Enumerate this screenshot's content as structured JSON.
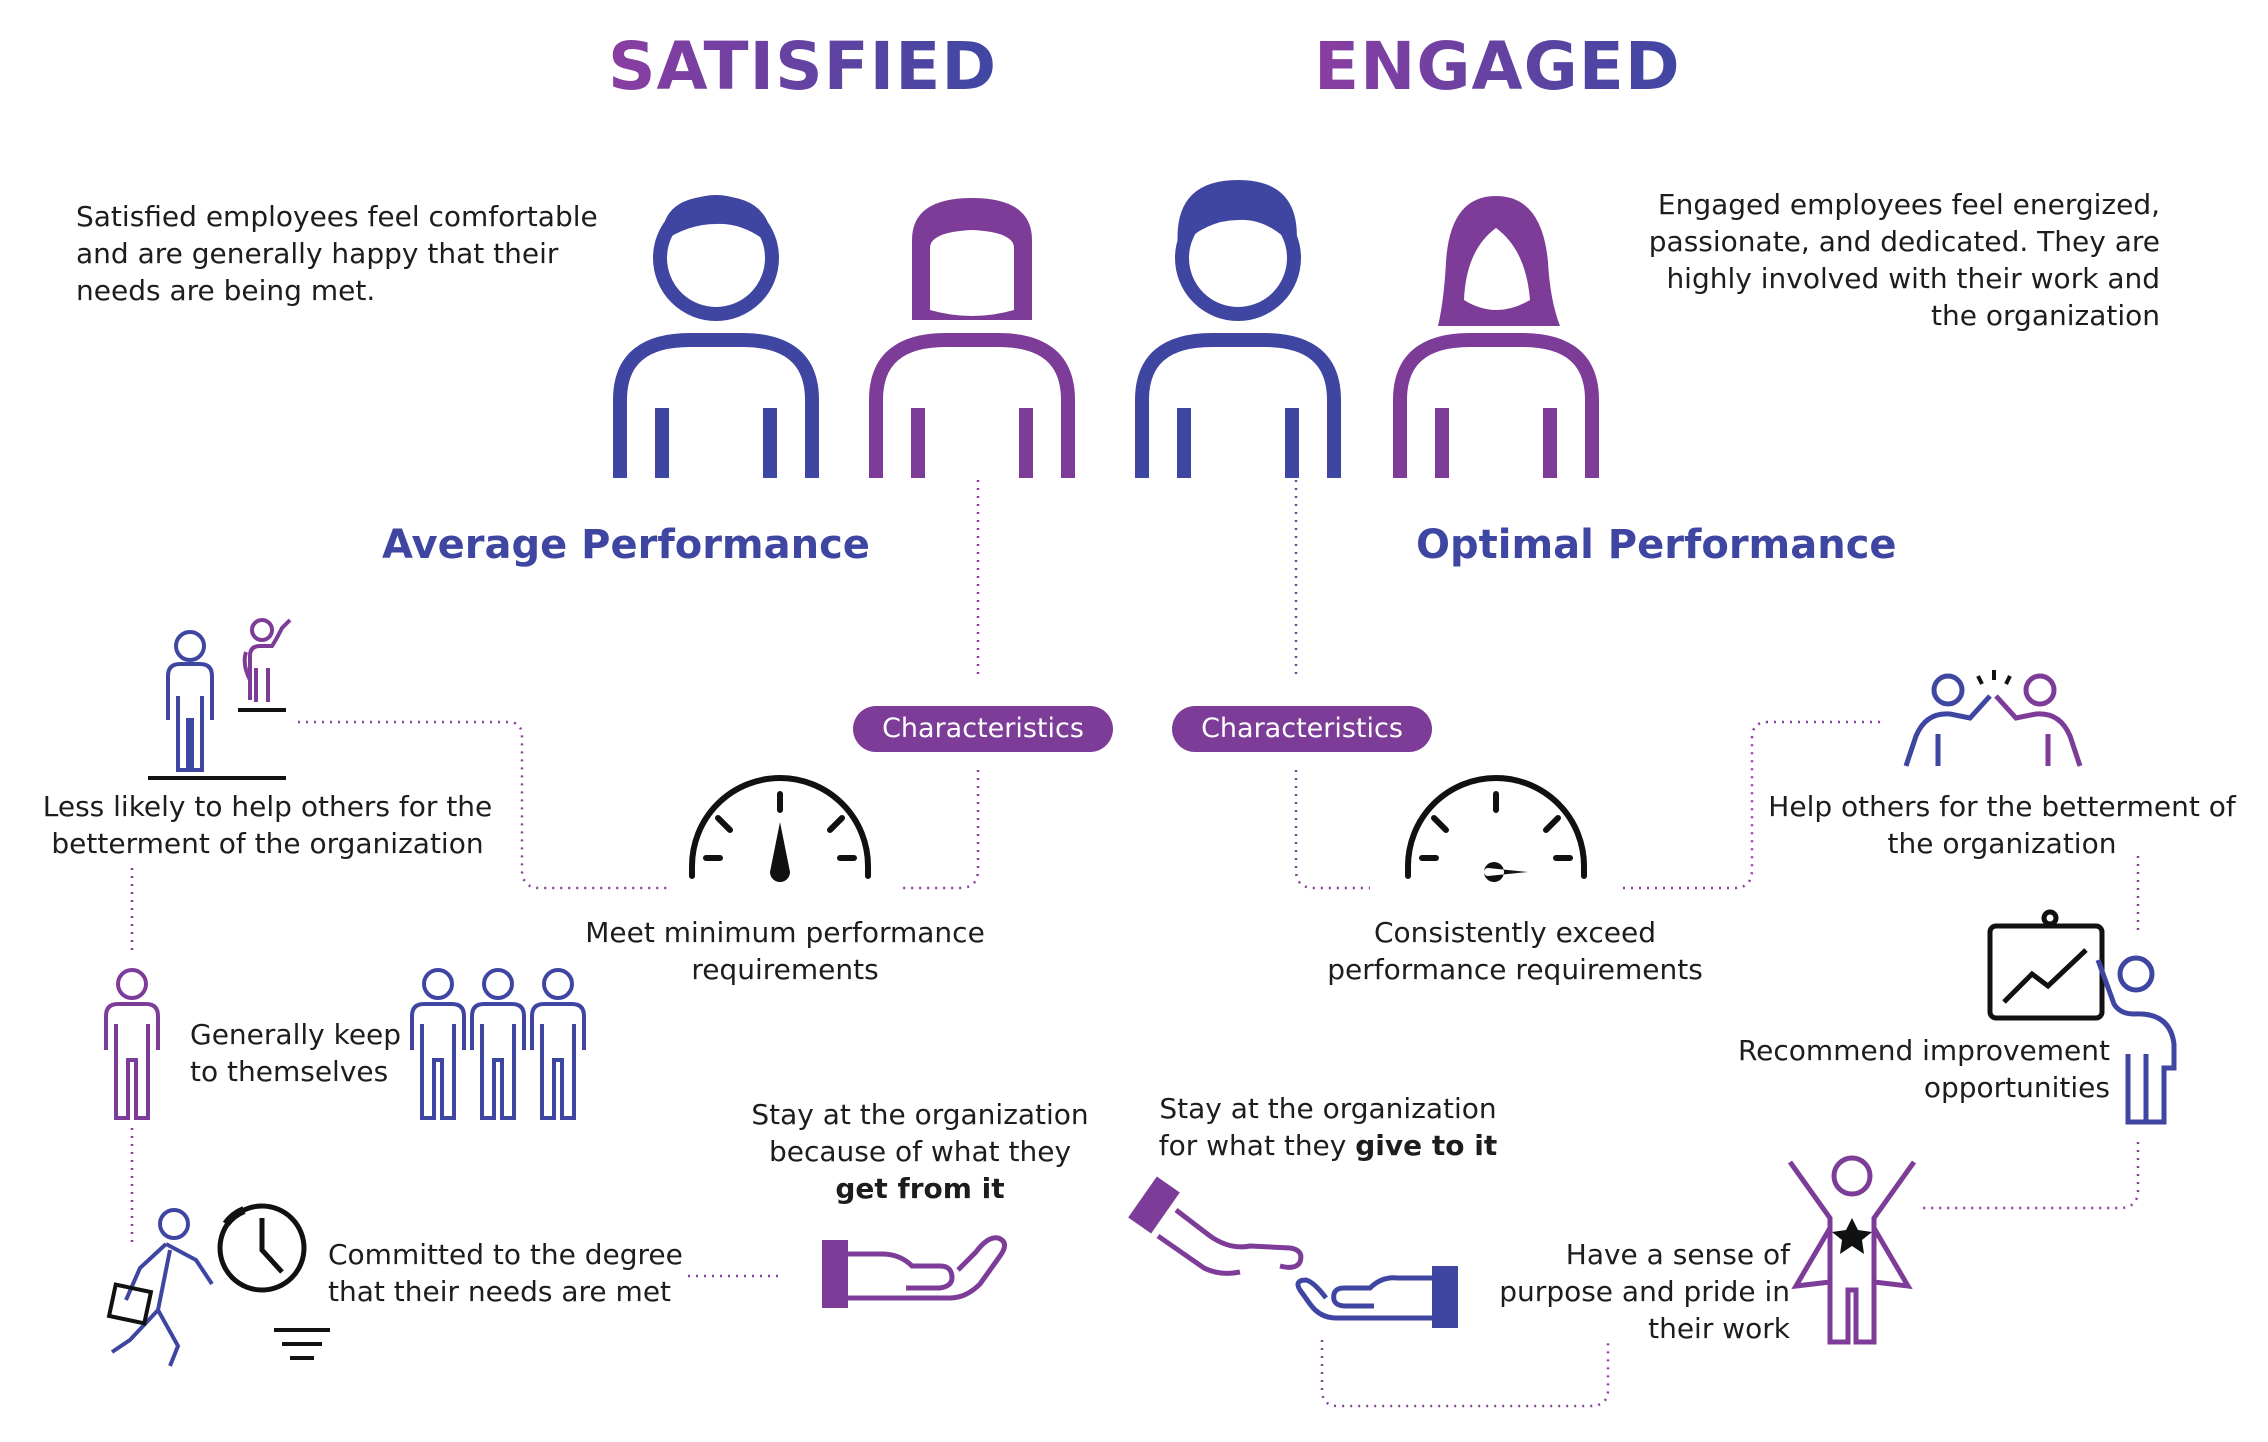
{
  "headings": {
    "satisfied": "SATISFIED",
    "engaged": "ENGAGED"
  },
  "descriptions": {
    "satisfied": "Satisfied employees feel comfortable and are generally happy that their needs are being met.",
    "engaged": "Engaged employees feel energized, passionate, and dedicated. They are highly involved with their work and the organization"
  },
  "performance": {
    "satisfied": "Average Performance",
    "engaged": "Optimal Performance"
  },
  "characteristics": {
    "left": "Characteristics",
    "right": "Characteristics"
  },
  "satisfied_traits": {
    "help": "Less likely to help others for the betterment of the organization",
    "meet": "Meet minimum performance requirements",
    "keep": "Generally keep to themselves",
    "stay_pre": "Stay at the organization because of what they",
    "stay_bold": "get from it",
    "committed": "Committed to the degree that their needs are met"
  },
  "engaged_traits": {
    "help": "Help others for the betterment of the organization",
    "exceed": "Consistently exceed performance requirements",
    "recommend": "Recommend improvement opportunities",
    "stay_pre": "Stay at the organization for what they",
    "stay_bold": "give to it",
    "purpose": "Have a sense of purpose and pride in their work"
  },
  "colors": {
    "blue": "#3f46a2",
    "purple": "#7d3c98",
    "dot": "#8a3fa0",
    "dark": "#1a1a1a"
  },
  "icons": [
    "man-avatar-icon",
    "woman-avatar-icon",
    "gauge-icon",
    "people-group-icon",
    "standing-person-icon",
    "running-person-icon",
    "clock-icon",
    "hand-receive-icon",
    "hand-give-icon",
    "high-five-icon",
    "presentation-board-icon",
    "hero-person-icon",
    "podium-people-icon"
  ]
}
